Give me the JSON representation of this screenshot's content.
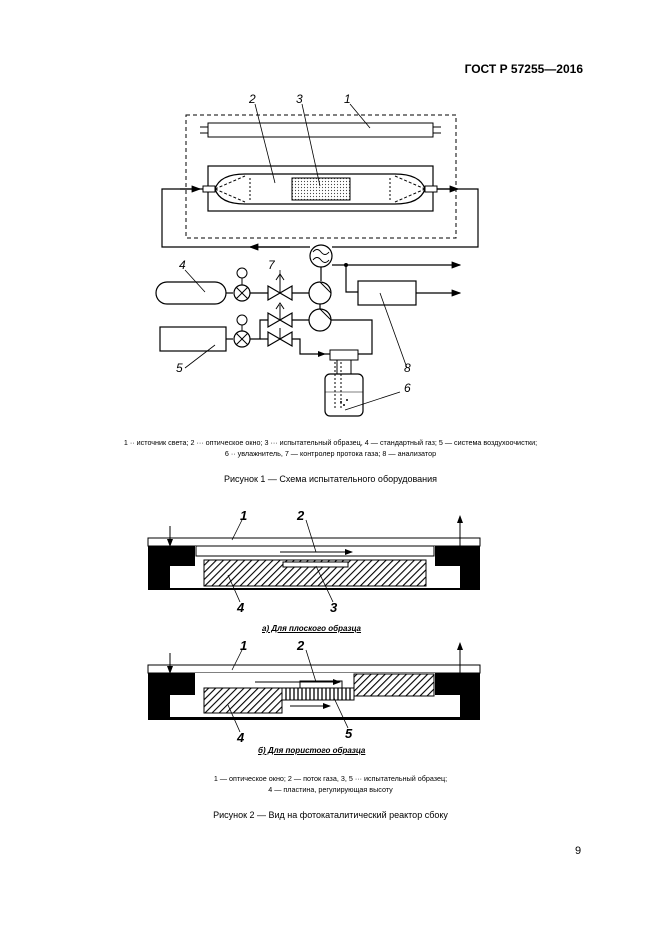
{
  "header": "ГОСТ Р 57255—2016",
  "figure1": {
    "labels": [
      "1",
      "2",
      "3",
      "4",
      "5",
      "6",
      "7",
      "8"
    ],
    "legend_line1": "1 ·· источник света; 2 ··· оптическое окно; 3 ··· испытательный образец, 4 — стандартный газ; 5 — система воздухоочистки;",
    "legend_line2": "6 ·· увлажнитель, 7 — контролер протока газа; 8 — анализатор",
    "caption": "Рисунок 1 — Схема испытательного оборудования"
  },
  "figure2": {
    "labels_a": [
      "1",
      "2",
      "3",
      "4"
    ],
    "labels_b": [
      "1",
      "2",
      "4",
      "5"
    ],
    "sub_a": "а) Для плоского образца",
    "sub_b": "б) Для пористого образца",
    "legend_line1": "1 — оптическое окно; 2 — поток газа, 3, 5 ··· испытательный образец;",
    "legend_line2": "4 — пластина, регулирующая высоту",
    "caption": "Рисунок 2 — Вид на фотокаталитический реактор сбоку"
  },
  "page_number": "9"
}
